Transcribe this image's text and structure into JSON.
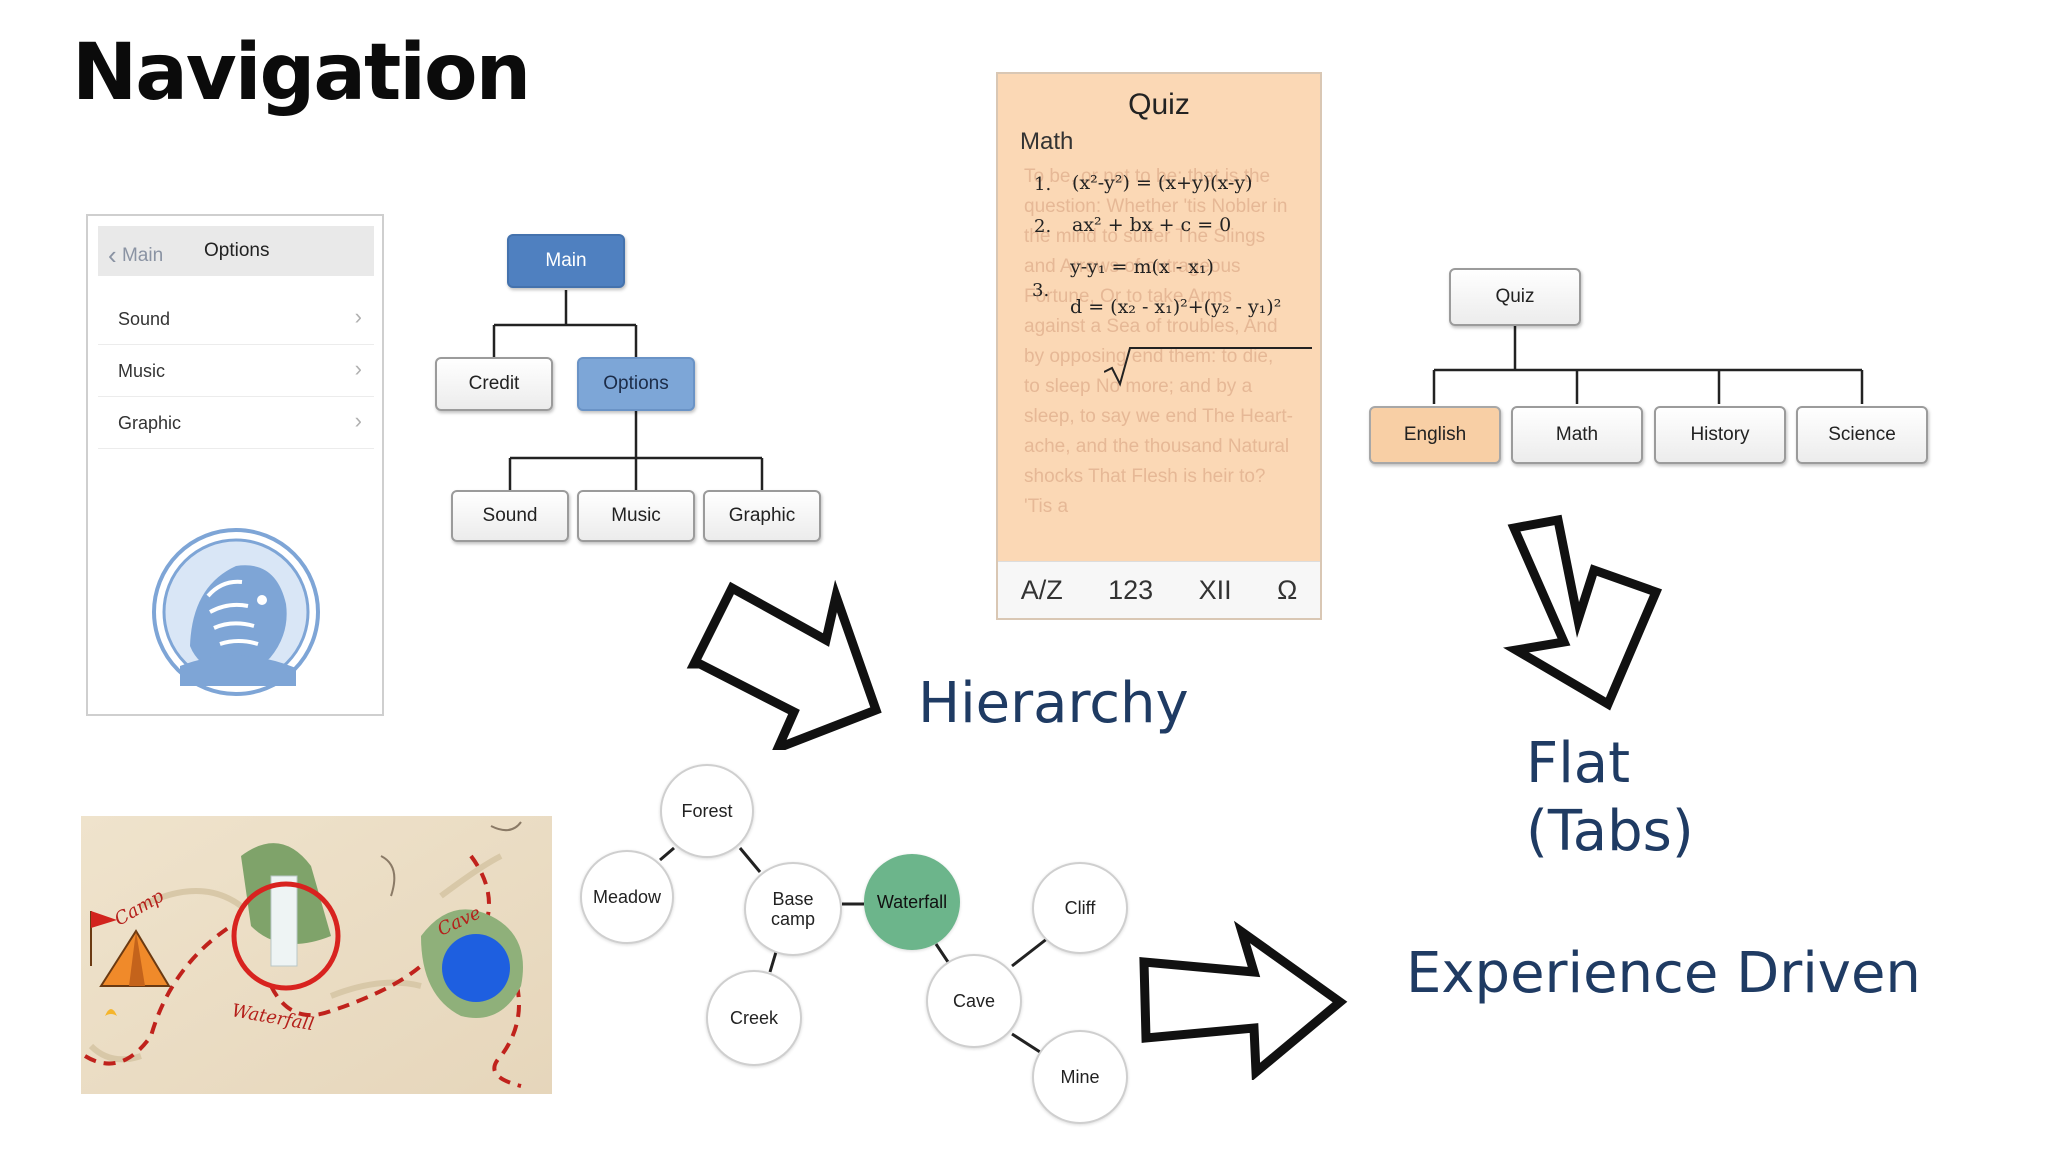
{
  "title": "Navigation",
  "labels": {
    "hierarchy": "Hierarchy",
    "flat_line1": "Flat",
    "flat_line2": "(Tabs)",
    "experience": "Experience Driven"
  },
  "phone": {
    "back_label": "Main",
    "header_title": "Options",
    "items": [
      "Sound",
      "Music",
      "Graphic"
    ],
    "logo_icon": "lion-head-icon"
  },
  "hierarchy_tree": {
    "root": "Main",
    "level1": [
      "Credit",
      "Options"
    ],
    "level2": [
      "Sound",
      "Music",
      "Graphic"
    ]
  },
  "quiz_card": {
    "title": "Quiz",
    "subject": "Math",
    "numbers": [
      "1.",
      "2.",
      "3."
    ],
    "equations": [
      "(x²-y²) = (x+y)(x-y)",
      "ax² + bx + c = 0",
      "y-y₁ = m(x - x₁)",
      "d = (x₂ - x₁)²+(y₂ - y₁)²"
    ],
    "background_text": "To be, or not to be: that is the question: Whether 'tis Nobler in the mind to suffer The Slings and Arrows of outrageous Fortune, Or to take Arms against a Sea of troubles, And by opposing end them: to die, to sleep No more; and by a sleep, to say we end The Heart-ache, and the thousand Natural shocks That Flesh is heir to? 'Tis a",
    "footer_tabs": [
      "A/Z",
      "123",
      "XII",
      "Ω"
    ]
  },
  "flat_tree": {
    "root": "Quiz",
    "tabs": [
      "English",
      "Math",
      "History",
      "Science"
    ]
  },
  "map": {
    "labels": [
      "Camp",
      "Waterfall",
      "Cave"
    ]
  },
  "graph": {
    "nodes": [
      "Forest",
      "Meadow",
      "Base camp",
      "Waterfall",
      "Cliff",
      "Creek",
      "Cave",
      "Mine"
    ]
  },
  "colors": {
    "title_blue": "#1f3b63",
    "node_blue": "#4f80c0",
    "node_blue_light": "#7da6d7",
    "peach": "#f8cfa5",
    "waterfall_green": "#6cb58b"
  }
}
